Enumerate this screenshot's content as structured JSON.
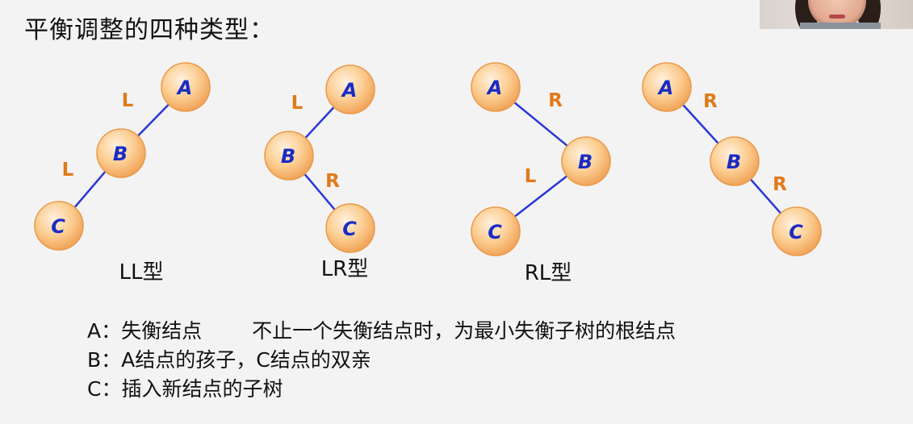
{
  "title": "平衡调整的四种类型：",
  "trees": [
    {
      "caption": "LL型",
      "nodes": [
        {
          "id": "A",
          "label": "A"
        },
        {
          "id": "B",
          "label": "B"
        },
        {
          "id": "C",
          "label": "C"
        }
      ],
      "edges": [
        {
          "from": "A",
          "to": "B",
          "label": "L"
        },
        {
          "from": "B",
          "to": "C",
          "label": "L"
        }
      ]
    },
    {
      "caption": "LR型",
      "nodes": [
        {
          "id": "A",
          "label": "A"
        },
        {
          "id": "B",
          "label": "B"
        },
        {
          "id": "C",
          "label": "C"
        }
      ],
      "edges": [
        {
          "from": "A",
          "to": "B",
          "label": "L"
        },
        {
          "from": "B",
          "to": "C",
          "label": "R"
        }
      ]
    },
    {
      "caption": "RL型",
      "nodes": [
        {
          "id": "A",
          "label": "A"
        },
        {
          "id": "B",
          "label": "B"
        },
        {
          "id": "C",
          "label": "C"
        }
      ],
      "edges": [
        {
          "from": "A",
          "to": "B",
          "label": "R"
        },
        {
          "from": "B",
          "to": "C",
          "label": "L"
        }
      ]
    },
    {
      "caption": "",
      "nodes": [
        {
          "id": "A",
          "label": "A"
        },
        {
          "id": "B",
          "label": "B"
        },
        {
          "id": "C",
          "label": "C"
        }
      ],
      "edges": [
        {
          "from": "A",
          "to": "B",
          "label": "R"
        },
        {
          "from": "B",
          "to": "C",
          "label": "R"
        }
      ]
    }
  ],
  "legend": [
    {
      "key": "A：失衡结点",
      "note": "不止一个失衡结点时，为最小失衡子树的根结点"
    },
    {
      "key": "B：A结点的孩子，C结点的双亲",
      "note": ""
    },
    {
      "key": "C：插入新结点的子树",
      "note": ""
    }
  ],
  "colors": {
    "node_fill": "#fbc98a",
    "node_stroke": "#e99a4a",
    "node_text": "#1a2cc4",
    "edge_line": "#2a36d6",
    "edge_label": "#e07a1a"
  }
}
